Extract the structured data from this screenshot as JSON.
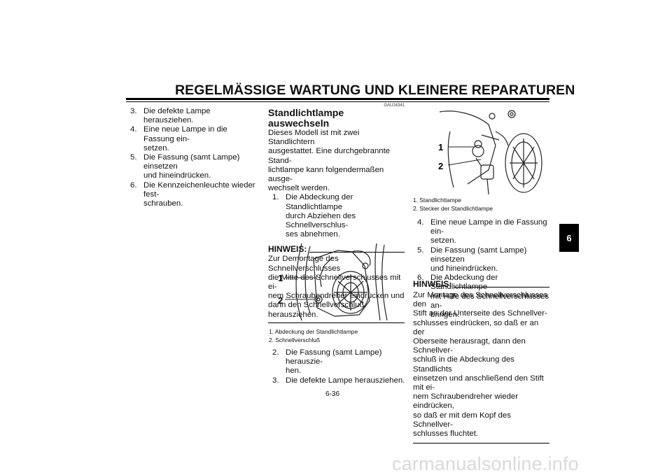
{
  "header": {
    "title": "REGELMÄSSIGE WARTUNG UND KLEINERE REPARATUREN"
  },
  "left_column": {
    "steps": [
      {
        "num": "3.",
        "text": "Die defekte Lampe herausziehen."
      },
      {
        "num": "4.",
        "text": "Eine neue Lampe in die Fassung ein-",
        "cont": "setzen."
      },
      {
        "num": "5.",
        "text": "Die Fassung (samt Lampe) einsetzen",
        "cont": "und hineindrücken."
      },
      {
        "num": "6.",
        "text": "Die Kennzeichenleuchte wieder fest-",
        "cont": "schrauben."
      }
    ]
  },
  "middle_column": {
    "code": "GAU24341",
    "heading": "Standlichtlampe auswechseln",
    "intro": [
      "Dieses Modell ist mit zwei Standlichtern",
      "ausgestattet. Eine durchgebrannte Stand-",
      "lichtlampe kann folgendermaßen ausge-",
      "wechselt werden."
    ],
    "step1": {
      "num": "1.",
      "lines": [
        "Die Abdeckung der Standlichtlampe",
        "durch Abziehen des Schnellverschlus-",
        "ses abnehmen."
      ]
    },
    "note_title": "HINWEIS:",
    "note": [
      "Zur Demontage des Schnellverschlusses",
      "die Mitte des Schnellverschlusses mit ei-",
      "nem Schraubendreher eindrücken und",
      "dann den Schnellverschluß herausziehen."
    ],
    "figure": {
      "callout1": "1",
      "callout2": "2"
    },
    "captions": [
      "1.  Abdeckung der Standlichtlampe",
      "2.  Schnellverschluß"
    ],
    "step2": {
      "num": "2.",
      "lines": [
        "Die Fassung (samt Lampe) herauszie-",
        "hen."
      ]
    },
    "step3": {
      "num": "3.",
      "lines": [
        "Die defekte Lampe herausziehen."
      ]
    }
  },
  "right_column": {
    "figure": {
      "callout1": "1",
      "callout2": "2"
    },
    "captions": [
      "1.  Standlichtlampe",
      "2.  Stecker der Standlichtlampe"
    ],
    "steps": [
      {
        "num": "4.",
        "lines": [
          "Eine neue Lampe in die Fassung ein-",
          "setzen."
        ]
      },
      {
        "num": "5.",
        "lines": [
          "Die Fassung (samt Lampe) einsetzen",
          "und hineindrücken."
        ]
      },
      {
        "num": "6.",
        "lines": [
          "Die Abdeckung der Standlichtlampe",
          "mit Hilfe des Schnellverschlusses an-",
          "bringen."
        ]
      }
    ],
    "note_title": "HINWEIS:",
    "note": [
      "Zur Montage des Schnellverschlusses den",
      "Stift an der Unterseite des Schnellver-",
      "schlusses eindrücken, so daß er an der",
      "Oberseite herausragt, dann den Schnellver-",
      "schluß in die Abdeckung des Standlichts",
      "einsetzen und anschließend den Stift mit ei-",
      "nem Schraubendreher wieder eindrücken,",
      "so daß er mit dem Kopf des Schnellver-",
      "schlusses fluchtet."
    ]
  },
  "side_tab": "6",
  "page_number": "6-36",
  "watermark": "carmanualsonline.info"
}
